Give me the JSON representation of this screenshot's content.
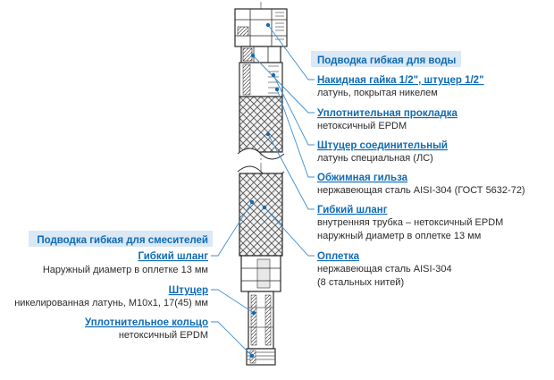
{
  "right_group": {
    "header": "Подводка гибкая для воды",
    "items": [
      {
        "title": "Накидная гайка 1/2\", штуцер 1/2\"",
        "lines": [
          "латунь, покрытая никелем"
        ]
      },
      {
        "title": "Уплотнительная прокладка",
        "lines": [
          "нетоксичный EPDM"
        ]
      },
      {
        "title": "Штуцер соединительный",
        "lines": [
          "латунь специальная (ЛС)"
        ]
      },
      {
        "title": "Обжимная гильза",
        "lines": [
          "нержавеющая сталь AISI-304 (ГОСТ 5632-72)"
        ]
      },
      {
        "title": "Гибкий шланг",
        "lines": [
          "внутренняя трубка – нетоксичный EPDM",
          "наружный диаметр в оплетке 13 мм"
        ]
      },
      {
        "title": "Оплетка",
        "lines": [
          "нержавеющая сталь AISI-304",
          "(8 стальных нитей)"
        ]
      }
    ]
  },
  "left_group": {
    "header": "Подводка гибкая для смесителей",
    "items": [
      {
        "title": "Гибкий шланг",
        "lines": [
          "Наружный диаметр в оплетке 13 мм"
        ]
      },
      {
        "title": "Штуцер",
        "lines": [
          "никелированная латунь, M10x1, 17(45) мм"
        ]
      },
      {
        "title": "Уплотнительное кольцо",
        "lines": [
          "нетоксичный EPDM"
        ]
      }
    ]
  },
  "colors": {
    "accent": "#0f6bb4",
    "header_bg": "#dbe8f5",
    "leader": "#3f8fd0",
    "text": "#2b2b2b"
  }
}
